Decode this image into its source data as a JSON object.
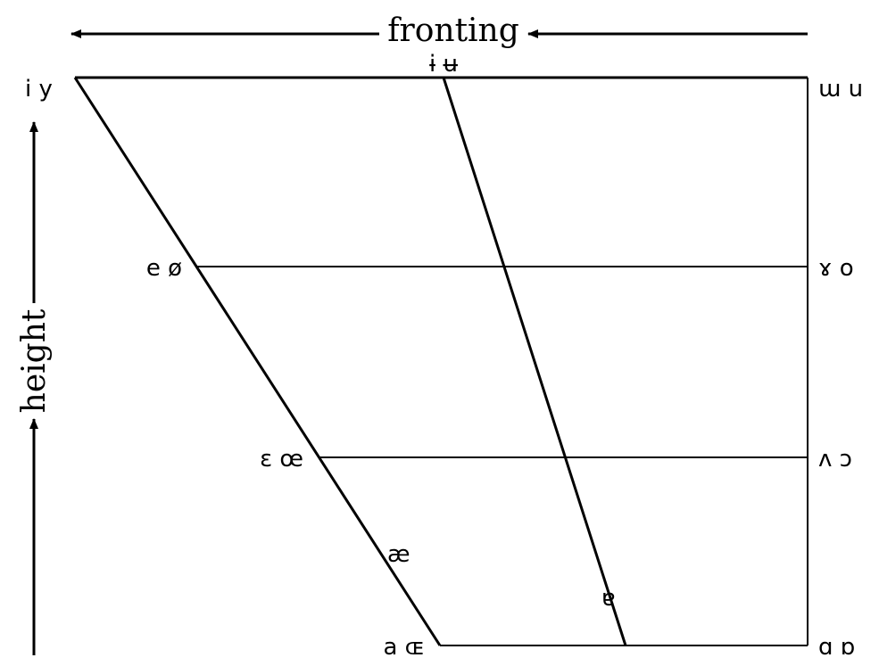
{
  "axes": {
    "horizontal_label": "fronting",
    "vertical_label": "height"
  },
  "vowels": {
    "close_front": "i y",
    "close_central": "ɨ ʉ",
    "close_back": "ɯ u",
    "close_mid_front": "e ø",
    "close_mid_back": "ɤ o",
    "open_mid_front": "ɛ œ",
    "open_mid_back": "ʌ ɔ",
    "near_open_front": "æ",
    "near_open_central": "ɐ",
    "open_front": "a ɶ",
    "open_back": "ɑ ɒ"
  },
  "colors": {
    "ink": "#000000",
    "background": "#ffffff"
  }
}
